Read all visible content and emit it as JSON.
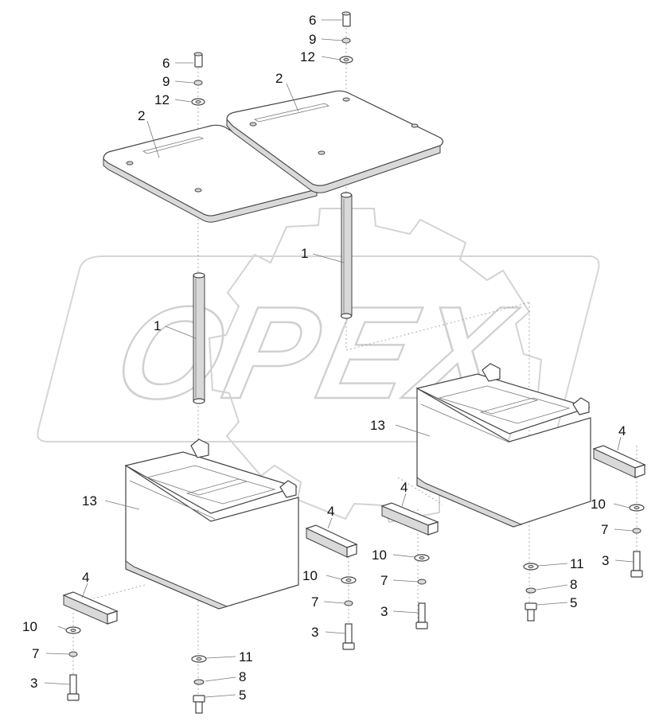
{
  "diagram": {
    "watermark": {
      "text": "OPEX"
    },
    "header_mark": "",
    "callouts": {
      "c6a": "6",
      "c9a": "9",
      "c12a": "12",
      "c6b": "6",
      "c9b": "9",
      "c12b": "12",
      "c2a": "2",
      "c2b": "2",
      "c1a": "1",
      "c1b": "1",
      "c13a": "13",
      "c13b": "13",
      "c4a": "4",
      "c4b": "4",
      "c4c": "4",
      "c4d": "4",
      "c10a": "10",
      "c10b": "10",
      "c10c": "10",
      "c10d": "10",
      "c7a": "7",
      "c7b": "7",
      "c7c": "7",
      "c7d": "7",
      "c3a": "3",
      "c3b": "3",
      "c3c": "3",
      "c3d": "3",
      "c11a": "11",
      "c11b": "11",
      "c8a": "8",
      "c8b": "8",
      "c5a": "5",
      "c5b": "5"
    }
  }
}
